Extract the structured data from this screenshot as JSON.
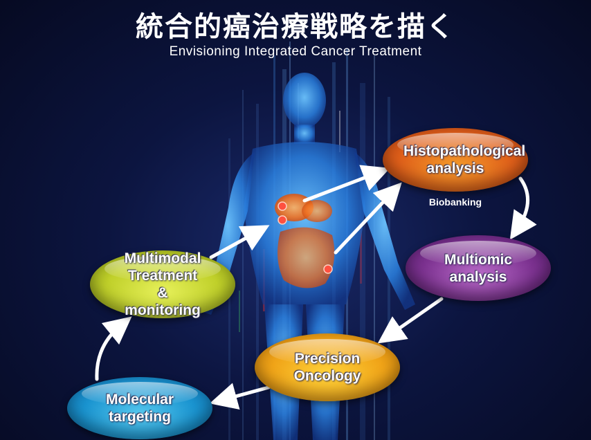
{
  "title": "統合的癌治療戦略を描く",
  "subtitle": "Envisioning Integrated Cancer Treatment",
  "nodes": {
    "histopathological": "Histopathological analysis",
    "multiomic": "Multiomic analysis",
    "precision": "Precision Oncology",
    "molecular": "Molecular targeting",
    "multimodal": "Multimodal Treatment & monitoring"
  },
  "biobanking_label": "Biobanking",
  "colors": {
    "background": "#0a1030",
    "histopathological": "#e0601a",
    "multiomic": "#7c3290",
    "precision": "#f0a418",
    "molecular": "#1a94d0",
    "multimodal": "#c0d02a",
    "body": "#3aa0ff",
    "organs": "#ff7a20",
    "arrow": "#ffffff"
  },
  "icons": [
    "human-body-illustration",
    "tumor-spot"
  ]
}
